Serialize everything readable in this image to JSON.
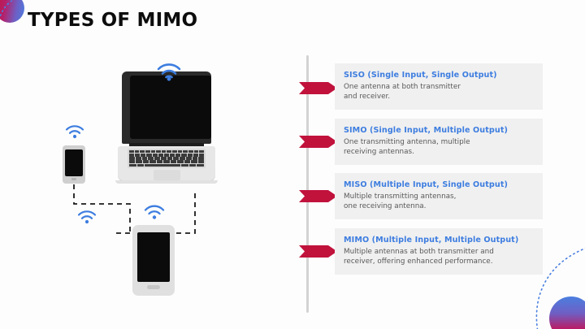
{
  "slide": {
    "title": "TYPES OF MIMO",
    "accent_blue": "#3d7de0",
    "accent_crimson": "#c1123c",
    "body_gray": "#595959",
    "card_bg": "#f0f0f0",
    "timeline_line": "#d3d3d3"
  },
  "illustration": {
    "devices": [
      {
        "name": "laptop",
        "label": "laptop"
      },
      {
        "name": "phone-small",
        "label": "smartphone"
      },
      {
        "name": "phone-large",
        "label": "smartphone"
      }
    ],
    "wifi_icons": 4,
    "connection_style": "dashed"
  },
  "timeline": {
    "items": [
      {
        "heading": "SISO (Single Input, Single Output)",
        "body": "One antenna at both transmitter\nand receiver.",
        "marker": "arrow-marker"
      },
      {
        "heading": "SIMO (Single Input, Multiple Output)",
        "body": "One transmitting antenna, multiple\nreceiving antennas.",
        "marker": "arrow-marker"
      },
      {
        "heading": "MISO (Multiple Input, Single Output)",
        "body": "Multiple transmitting antennas,\none receiving antenna.",
        "marker": "arrow-marker"
      },
      {
        "heading": "MIMO (Multiple Input, Multiple Output)",
        "body": "Multiple antennas at both transmitter and\nreceiver, offering enhanced performance.",
        "marker": "arrow-marker"
      }
    ]
  }
}
